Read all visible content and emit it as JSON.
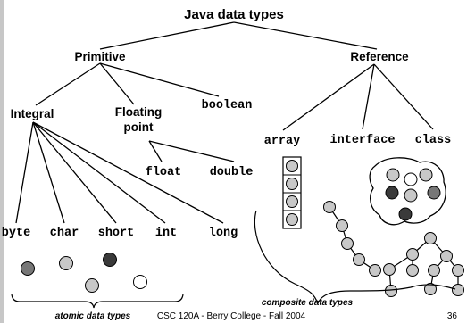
{
  "title": "Java data types",
  "nodes": {
    "primitive": "Primitive",
    "reference": "Reference",
    "integral": "Integral",
    "floating_point_line1": "Floating",
    "floating_point_line2": "point",
    "boolean": "boolean",
    "float": "float",
    "double": "double",
    "array": "array",
    "interface": "interface",
    "class": "class",
    "byte": "byte",
    "char": "char",
    "short": "short",
    "int": "int",
    "long": "long"
  },
  "captions": {
    "atomic": "atomic data types",
    "composite": "composite data types"
  },
  "footer": {
    "text": "CSC 120A - Berry College - Fall 2004",
    "page_number": "36"
  },
  "colors": {
    "light_gray": "#c8c8c8",
    "mid_gray": "#777777",
    "dark_gray": "#3a3a3a",
    "white": "#ffffff",
    "edge_bar": "#c7c7c7"
  }
}
